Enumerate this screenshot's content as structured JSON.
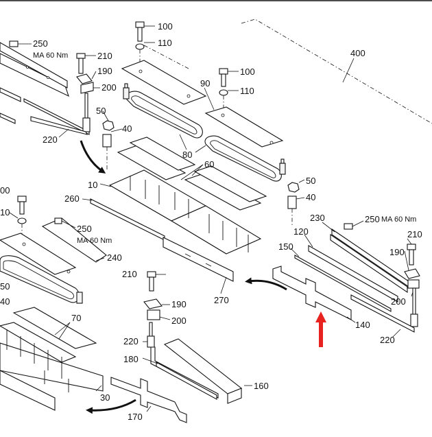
{
  "colors": {
    "line": "#111111",
    "indicator": "#e8231f",
    "background": "#ffffff"
  },
  "labels": {
    "l400": "400",
    "l100a": "100",
    "l110a": "110",
    "l100b": "100",
    "l110b": "110",
    "l90": "90",
    "l80": "80",
    "l250a": "250",
    "torque_a": "MA 60 Nm",
    "l210a": "210",
    "l190a": "190",
    "l200a": "200",
    "l220a": "220",
    "l50a": "50",
    "l40a": "40",
    "l60": "60",
    "l10": "10",
    "l260": "260",
    "l270": "270",
    "l50b": "50",
    "l40b": "40",
    "l00": "00",
    "l10cut": "10",
    "l250b": "250",
    "torque_b": "MA 60 Nm",
    "l240": "240",
    "l50cut": "50",
    "l40cut": "40",
    "l230": "230",
    "l250c": "250",
    "torque_c": "MA 60 Nm",
    "l120": "120",
    "l150": "150",
    "l210c": "210",
    "l190c": "190",
    "l200c": "200",
    "l140": "140",
    "l220c": "220",
    "l210b": "210",
    "l190b": "190",
    "l200b": "200",
    "l220b": "220",
    "l180": "180",
    "l160": "160",
    "l170": "170",
    "l70": "70",
    "l30": "30"
  },
  "icons": {
    "indicator": "red-up-arrow-icon",
    "flow": "curved-flow-arrow-icon"
  }
}
